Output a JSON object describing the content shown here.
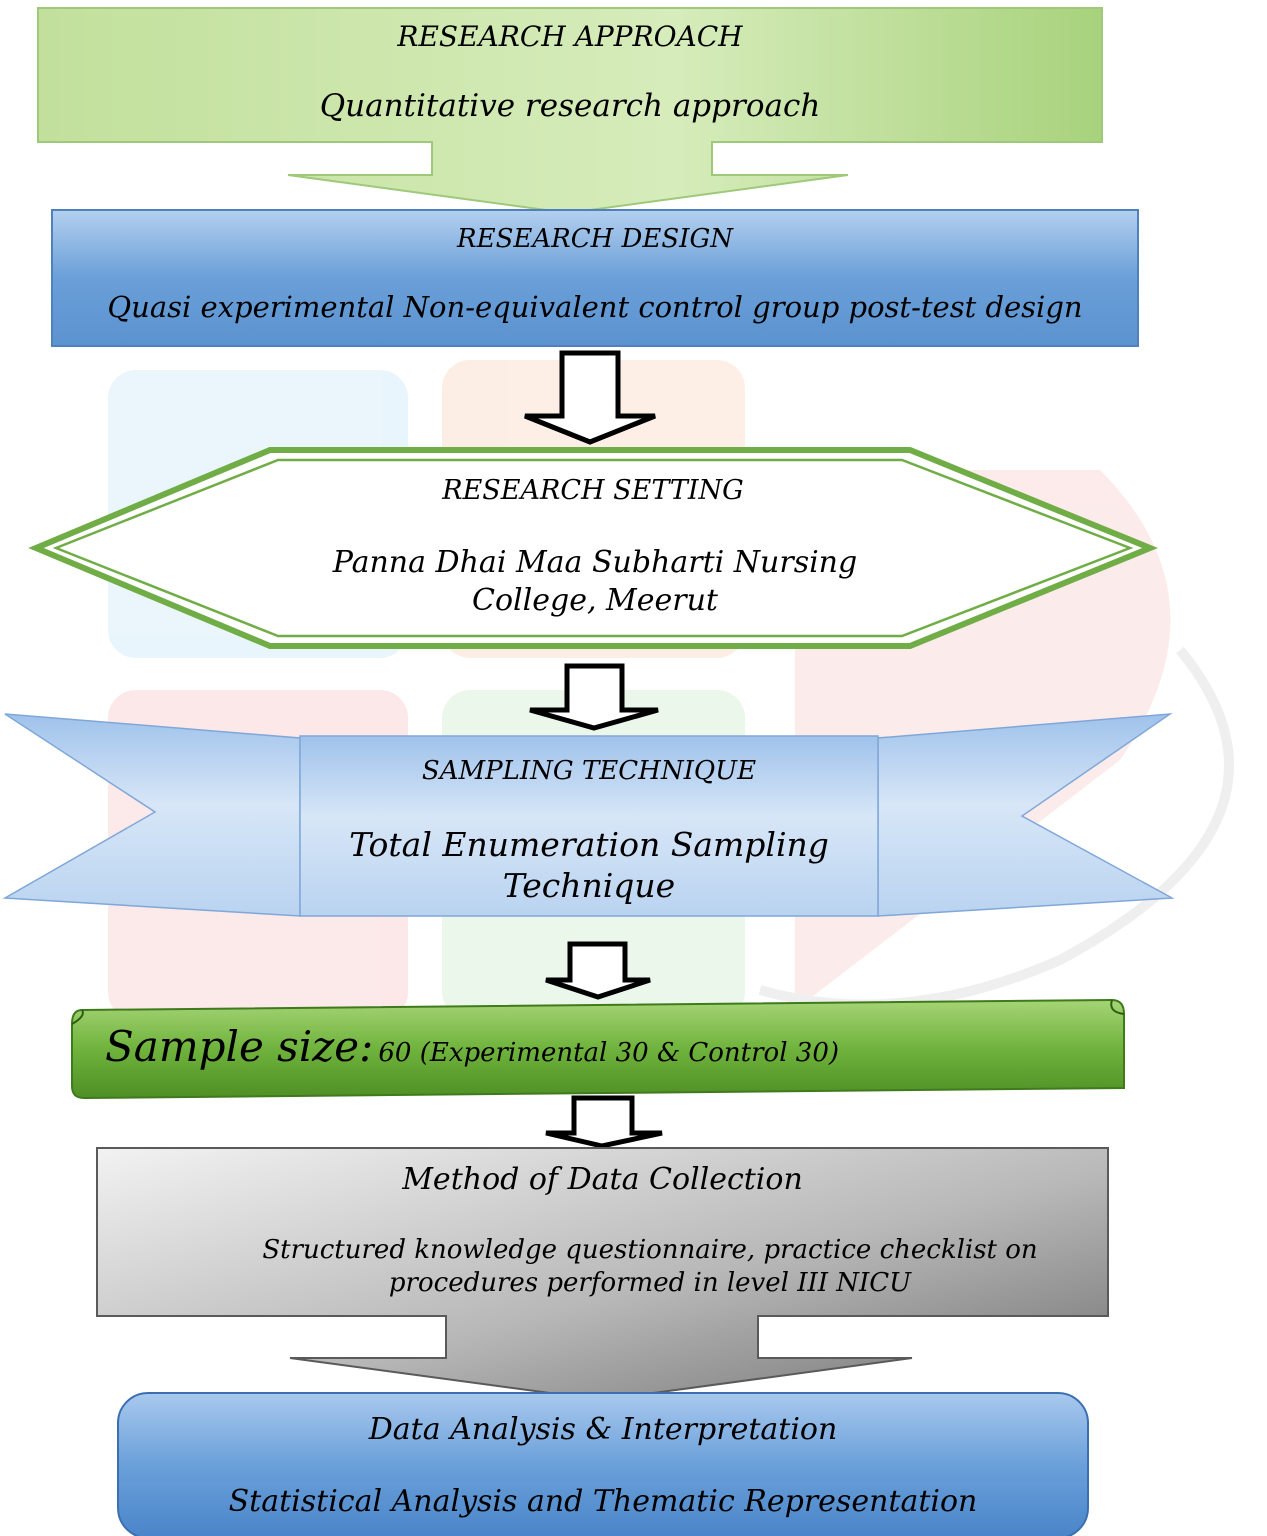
{
  "steps": {
    "approach": {
      "title": "RESEARCH APPROACH",
      "body": "Quantitative research approach"
    },
    "design": {
      "title": "RESEARCH DESIGN",
      "body": "Quasi experimental Non-equivalent control group post-test design"
    },
    "setting": {
      "title": "RESEARCH SETTING",
      "body": "Panna Dhai Maa Subharti Nursing College, Meerut"
    },
    "sampling": {
      "title": "SAMPLING TECHNIQUE",
      "body": "Total Enumeration Sampling Technique"
    },
    "sample_size": {
      "label": "Sample size:",
      "value": "60 (Experimental 30 & Control 30)"
    },
    "collection": {
      "title": "Method of Data Collection",
      "body": "Structured knowledge questionnaire, practice checklist on procedures performed in level III NICU"
    },
    "analysis": {
      "title": "Data Analysis & Interpretation",
      "body": "Statistical Analysis and Thematic Representation"
    }
  },
  "colors": {
    "green_light": "#c9e4a3",
    "green_dark": "#6fae3a",
    "blue_light": "#a8c8ec",
    "blue_mid": "#5d95d3",
    "blue_pale": "#dbe8f7",
    "gray_light": "#e4e4e4",
    "gray_dark": "#808080"
  }
}
